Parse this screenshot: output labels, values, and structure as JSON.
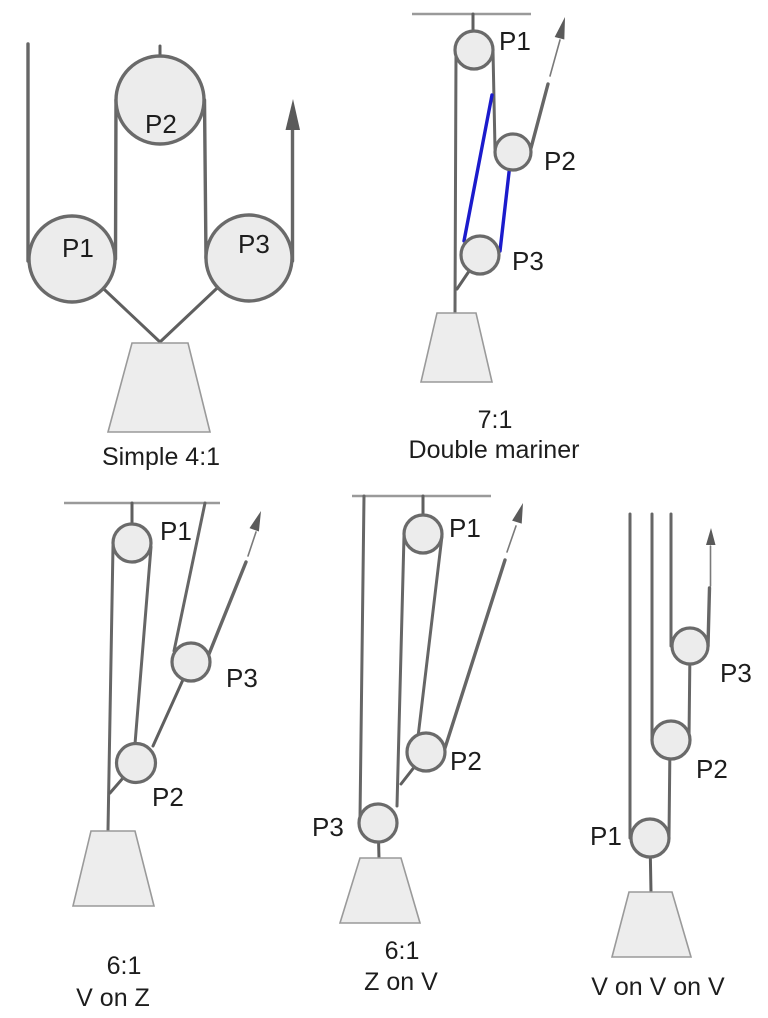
{
  "figure": {
    "description": "Five rope-and-pulley mechanical advantage rigging diagrams"
  },
  "colors": {
    "background": "#ffffff",
    "rope": "#666666",
    "ceiling": "#9a9a9a",
    "pulley_fill": "#ececec",
    "pulley_stroke": "#6a6a6a",
    "load_fill": "#ededed",
    "load_stroke": "#9a9a9a",
    "accent_rope_blue": "#1b1bcc",
    "arrow": "#5a5a5a",
    "text": "#1d1d1d"
  },
  "diagrams": [
    {
      "id": "simple-4-1",
      "caption_lines": [
        "Simple 4:1"
      ],
      "pulleys": [
        {
          "label": "P1"
        },
        {
          "label": "P2"
        },
        {
          "label": "P3"
        }
      ]
    },
    {
      "id": "double-mariner-7-1",
      "caption_lines": [
        "7:1",
        "Double mariner"
      ],
      "pulleys": [
        {
          "label": "P1"
        },
        {
          "label": "P2"
        },
        {
          "label": "P3"
        }
      ]
    },
    {
      "id": "v-on-z-6-1",
      "caption_lines": [
        "6:1",
        "V on Z"
      ],
      "pulleys": [
        {
          "label": "P1"
        },
        {
          "label": "P2"
        },
        {
          "label": "P3"
        }
      ]
    },
    {
      "id": "z-on-v-6-1",
      "caption_lines": [
        "6:1",
        "Z on V"
      ],
      "pulleys": [
        {
          "label": "P1"
        },
        {
          "label": "P2"
        },
        {
          "label": "P3"
        }
      ]
    },
    {
      "id": "v-on-v-on-v",
      "caption_lines": [
        "V on V on V"
      ],
      "pulleys": [
        {
          "label": "P1"
        },
        {
          "label": "P2"
        },
        {
          "label": "P3"
        }
      ]
    }
  ]
}
